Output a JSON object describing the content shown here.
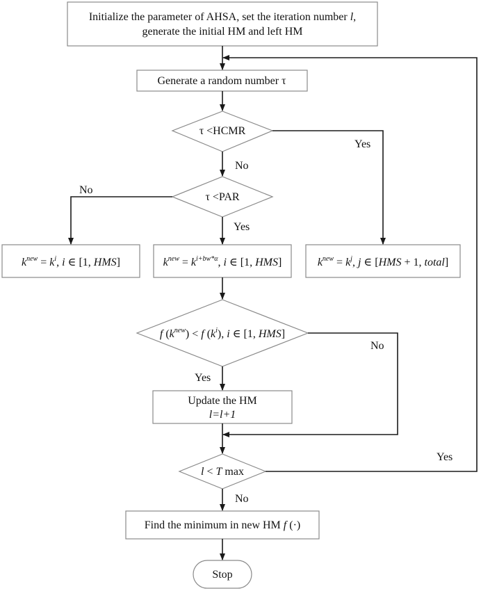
{
  "nodes": {
    "init": {
      "line1_a": "Initialize the parameter of AHSA, set the iteration number ",
      "line1_var": "l",
      "line1_b": ",",
      "line2": "generate the initial HM and left HM"
    },
    "random": {
      "text": "Generate a random number  τ"
    },
    "hcmr": {
      "text": "τ <HCMR"
    },
    "par": {
      "text": "τ <PAR"
    },
    "box_left": {
      "k": "k",
      "sup_new": "new",
      "eq": " = ",
      "k2": "k",
      "sup_i": "i",
      "rest_a": ", ",
      "var_i": "i",
      "rest_b": " ∈ [1, ",
      "hms": "HMS",
      "rest_c": "]"
    },
    "box_mid": {
      "k": "k",
      "sup_new": "new",
      "eq": " = ",
      "k2": "k",
      "sup_expr": "i+bw*α",
      "rest_a": ", ",
      "var_i": "i",
      "rest_b": " ∈ [1, ",
      "hms": "HMS",
      "rest_c": "]"
    },
    "box_right": {
      "k": "k",
      "sup_new": "new",
      "eq": " = ",
      "k2": "k",
      "sup_j": "j",
      "rest_a": ", ",
      "var_j": "j",
      "rest_b": " ∈ [",
      "hms": "HMS",
      "rest_c": " + 1, ",
      "total": "total",
      "rest_d": "]"
    },
    "compare": {
      "f1": "f",
      "p1": " (",
      "k": "k",
      "sup_new": "new",
      "p2": ") < ",
      "f2": "f",
      "p3": " (",
      "k2": "k",
      "sup_i": "i",
      "p4": "), ",
      "var_i": "i",
      "rest": " ∈ [1, ",
      "hms": "HMS",
      "end": "]"
    },
    "update": {
      "line1": "Update the HM",
      "line2": "l=l+1"
    },
    "iter_check": {
      "var_l": "l",
      "lt": " < ",
      "var_T": "T",
      "max": " max"
    },
    "find_min": {
      "text": "Find the minimum in new HM ",
      "fn": "f",
      "arg": " (·)"
    },
    "stop": {
      "text": "Stop"
    }
  },
  "edge_labels": {
    "hcmr_yes": "Yes",
    "hcmr_no": "No",
    "par_no": "No",
    "par_yes": "Yes",
    "compare_no": "No",
    "compare_yes": "Yes",
    "iter_yes": "Yes",
    "iter_no": "No"
  }
}
